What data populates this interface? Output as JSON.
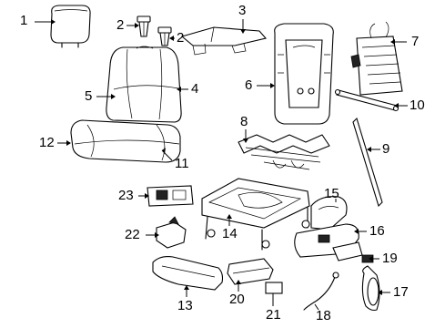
{
  "callouts": {
    "c1": "1",
    "c2a": "2",
    "c2b": "2",
    "c3": "3",
    "c4": "4",
    "c5": "5",
    "c6": "6",
    "c7": "7",
    "c8": "8",
    "c9": "9",
    "c10": "10",
    "c11": "11",
    "c12": "12",
    "c13": "13",
    "c14": "14",
    "c15": "15",
    "c16": "16",
    "c17": "17",
    "c18": "18",
    "c19": "19",
    "c20": "20",
    "c21": "21",
    "c22": "22",
    "c23": "23"
  }
}
